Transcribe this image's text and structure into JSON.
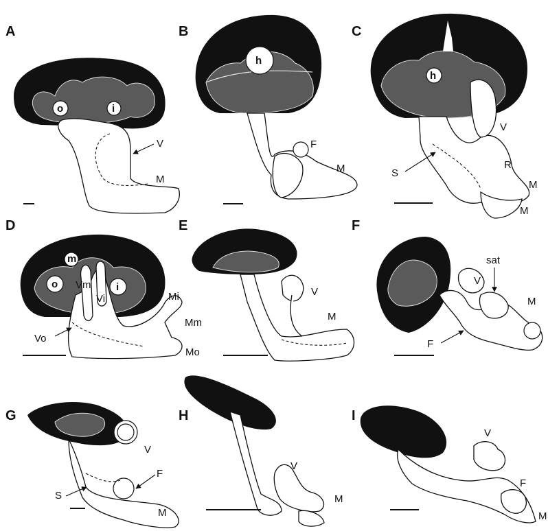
{
  "panels": [
    {
      "id": "A",
      "label": "A",
      "annotations": [
        "o",
        "i",
        "V",
        "M"
      ]
    },
    {
      "id": "B",
      "label": "B",
      "annotations": [
        "h",
        "F",
        "M"
      ]
    },
    {
      "id": "C",
      "label": "C",
      "annotations": [
        "h",
        "V",
        "R",
        "S",
        "M",
        "M"
      ]
    },
    {
      "id": "D",
      "label": "D",
      "annotations": [
        "m",
        "o",
        "i",
        "Vm",
        "Vi",
        "Mi",
        "Mm",
        "Vo",
        "Mo"
      ]
    },
    {
      "id": "E",
      "label": "E",
      "annotations": [
        "V",
        "M"
      ]
    },
    {
      "id": "F",
      "label": "F",
      "annotations": [
        "sat",
        "V",
        "M",
        "F"
      ]
    },
    {
      "id": "G",
      "label": "G",
      "annotations": [
        "V",
        "F",
        "S",
        "M"
      ]
    },
    {
      "id": "H",
      "label": "H",
      "annotations": [
        "V",
        "M"
      ]
    },
    {
      "id": "I",
      "label": "I",
      "annotations": [
        "V",
        "F",
        "M"
      ]
    }
  ]
}
